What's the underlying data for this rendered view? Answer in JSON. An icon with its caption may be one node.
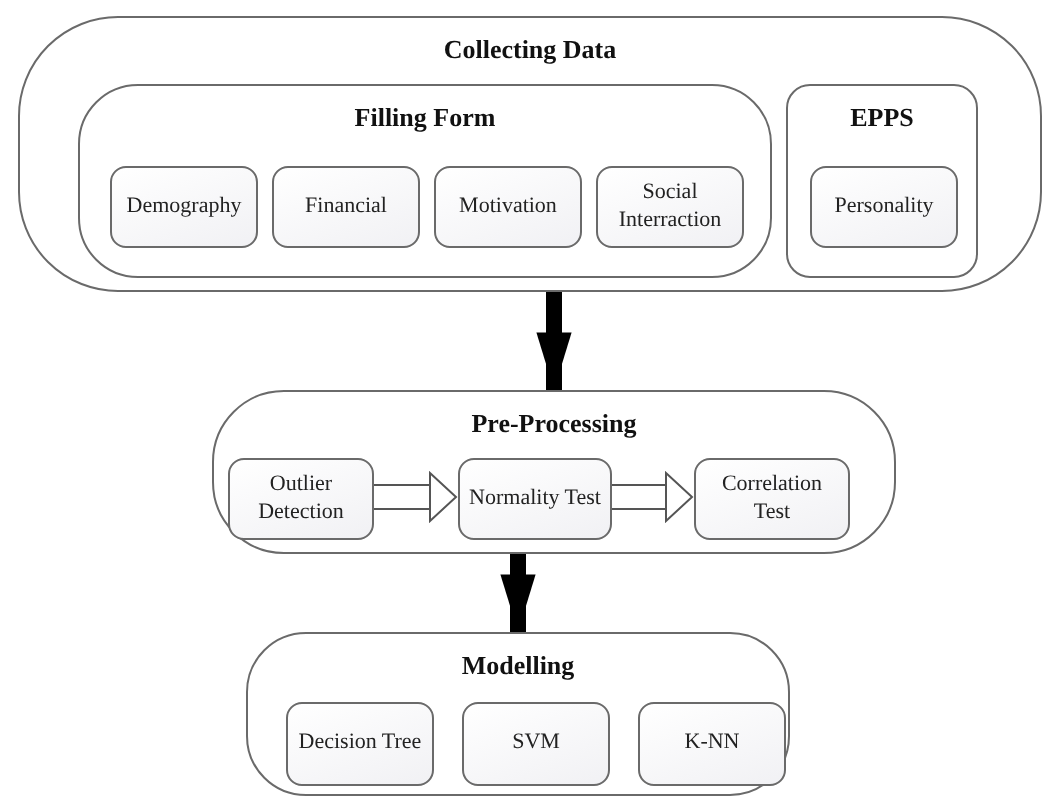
{
  "diagram": {
    "nodes": [
      {
        "text": [
          "Collecting Data"
        ]
      },
      {
        "text": [
          "Filling Form"
        ],
        "in": 0
      },
      {
        "text": [
          "Demography"
        ],
        "in": 1
      },
      {
        "text": [
          "Financial"
        ],
        "in": 1
      },
      {
        "text": [
          "Motivation"
        ],
        "in": 1
      },
      {
        "text": [
          "Social Interraction"
        ],
        "in": 1
      },
      {
        "text": [
          "EPPS"
        ],
        "in": 0
      },
      {
        "text": [
          "Personality"
        ],
        "in": 6
      },
      {
        "text": [
          "Pre-Processing"
        ]
      },
      {
        "text": [
          "Outlier Detection"
        ],
        "in": 8
      },
      {
        "text": [
          "Normality Test"
        ],
        "in": 8
      },
      {
        "text": [
          "Correlation Test"
        ],
        "in": 8
      },
      {
        "text": [
          "Modelling"
        ]
      },
      {
        "text": [
          "Decision Tree"
        ],
        "in": 12
      },
      {
        "text": [
          "SVM"
        ],
        "in": 12
      },
      {
        "text": [
          "K-NN"
        ],
        "in": 12
      }
    ],
    "edges": [
      {
        "from": 0,
        "to": 8,
        "arrow": "to",
        "color": "#000000"
      },
      {
        "from": 9,
        "to": 10,
        "arrow": "to"
      },
      {
        "from": 10,
        "to": 11,
        "arrow": "to"
      },
      {
        "from": 8,
        "to": 12,
        "arrow": "to",
        "color": "#000000"
      }
    ]
  }
}
